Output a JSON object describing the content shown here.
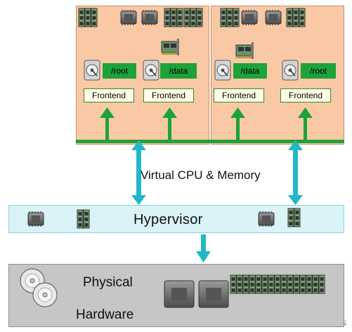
{
  "diagram": {
    "vm_left": {
      "disk_labels": [
        "/root",
        "/data"
      ],
      "frontend_labels": [
        "Frontend",
        "Frontend"
      ]
    },
    "vm_right": {
      "disk_labels": [
        "/data",
        "/root"
      ],
      "frontend_labels": [
        "Frontend",
        "Frontend"
      ]
    },
    "virtual_label": "Virtual CPU & Memory",
    "hypervisor_label": "Hypervisor",
    "hardware_label_line1": "Physical",
    "hardware_label_line2": "Hardware",
    "corner_mark": "↓"
  },
  "colors": {
    "vm_fill": "#f9c9a5",
    "green": "#1ea23a",
    "cyan_arrow": "#22b8c8",
    "hypervisor_fill": "#d9f3f6",
    "hardware_fill": "#c6c6c6"
  }
}
